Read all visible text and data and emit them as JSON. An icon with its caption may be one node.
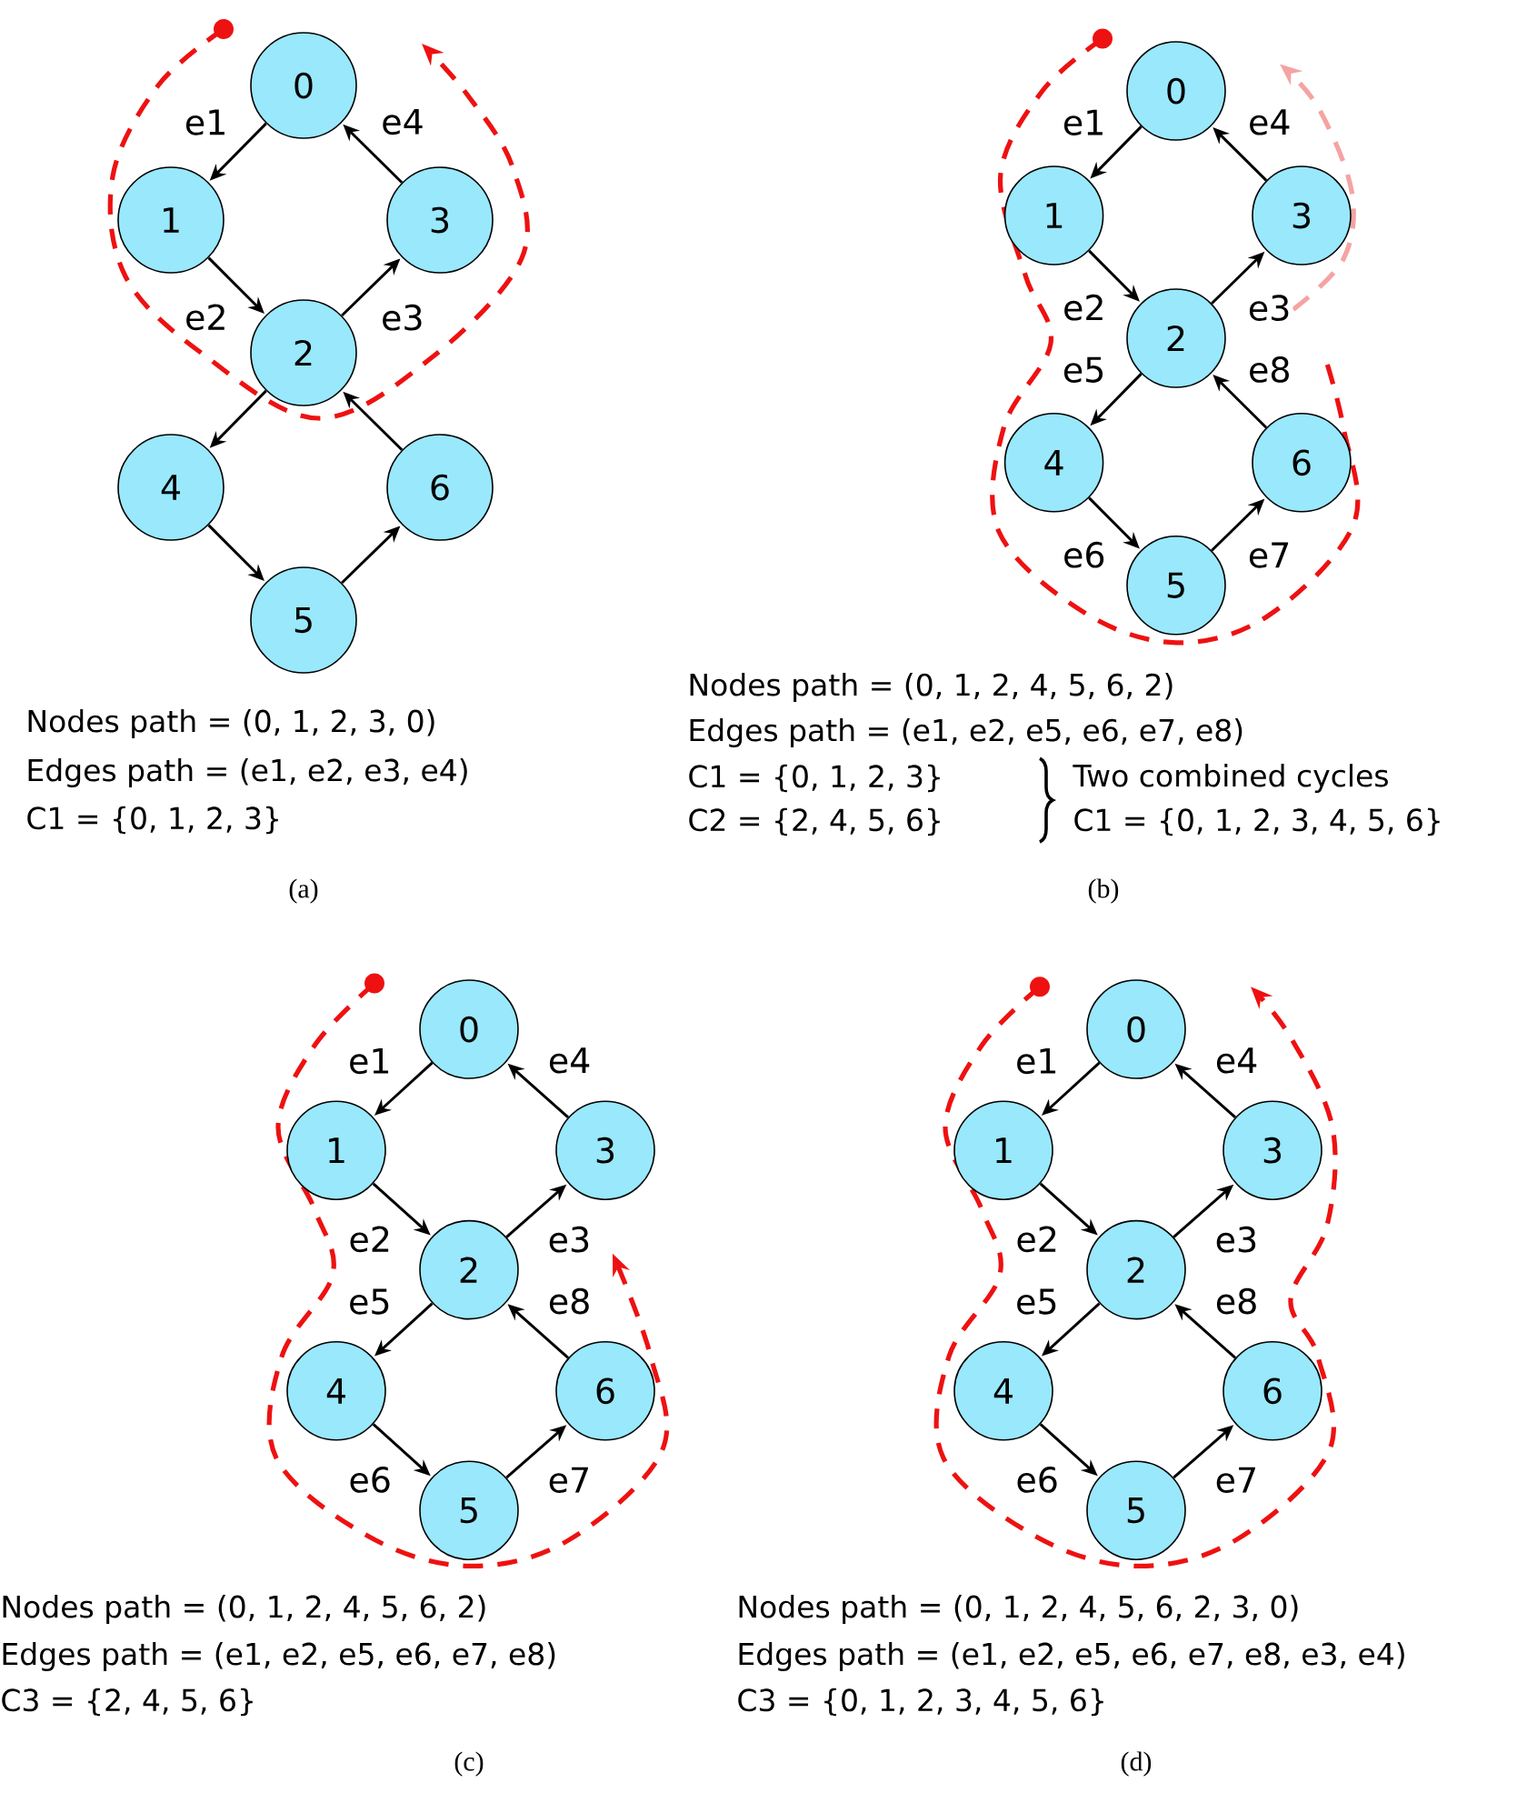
{
  "diagram": {
    "nodes": [
      {
        "text": [
          "0"
        ]
      },
      {
        "text": [
          "1"
        ]
      },
      {
        "text": [
          "2"
        ]
      },
      {
        "text": [
          "3"
        ]
      },
      {
        "text": [
          "4"
        ]
      },
      {
        "text": [
          "5"
        ]
      },
      {
        "text": [
          "6"
        ]
      },
      {
        "text": [
          "0"
        ]
      },
      {
        "text": [
          "1"
        ]
      },
      {
        "text": [
          "2"
        ]
      },
      {
        "text": [
          "3"
        ]
      },
      {
        "text": [
          "4"
        ]
      },
      {
        "text": [
          "5"
        ]
      },
      {
        "text": [
          "6"
        ]
      },
      {
        "text": [
          "0"
        ]
      },
      {
        "text": [
          "1"
        ]
      },
      {
        "text": [
          "2"
        ]
      },
      {
        "text": [
          "3"
        ]
      },
      {
        "text": [
          "4"
        ]
      },
      {
        "text": [
          "5"
        ]
      },
      {
        "text": [
          "6"
        ]
      },
      {
        "text": [
          "0"
        ]
      },
      {
        "text": [
          "1"
        ]
      },
      {
        "text": [
          "2"
        ]
      },
      {
        "text": [
          "3"
        ]
      },
      {
        "text": [
          "4"
        ]
      },
      {
        "text": [
          "5"
        ]
      },
      {
        "text": [
          "6"
        ]
      }
    ],
    "edges": [
      {
        "from": 0,
        "to": 1,
        "arrow": "to",
        "label": "e1"
      },
      {
        "from": 1,
        "to": 2,
        "arrow": "to",
        "label": "e2"
      },
      {
        "from": 2,
        "to": 3,
        "arrow": "to",
        "label": "e3"
      },
      {
        "from": 3,
        "to": 0,
        "arrow": "to",
        "label": "e4"
      },
      {
        "from": 2,
        "to": 4,
        "arrow": "to"
      },
      {
        "from": 4,
        "to": 5,
        "arrow": "to"
      },
      {
        "from": 5,
        "to": 6,
        "arrow": "to"
      },
      {
        "from": 6,
        "to": 2,
        "arrow": "to"
      },
      {
        "from": 7,
        "to": 8,
        "arrow": "to",
        "label": "e1"
      },
      {
        "from": 8,
        "to": 9,
        "arrow": "to",
        "label": "e2"
      },
      {
        "from": 9,
        "to": 10,
        "arrow": "to",
        "label": "e3"
      },
      {
        "from": 10,
        "to": 7,
        "arrow": "to",
        "label": "e4"
      },
      {
        "from": 9,
        "to": 11,
        "arrow": "to",
        "label": "e5"
      },
      {
        "from": 11,
        "to": 12,
        "arrow": "to",
        "label": "e6"
      },
      {
        "from": 12,
        "to": 13,
        "arrow": "to",
        "label": "e7"
      },
      {
        "from": 13,
        "to": 9,
        "arrow": "to",
        "label": "e8"
      },
      {
        "from": 14,
        "to": 15,
        "arrow": "to",
        "label": "e1"
      },
      {
        "from": 15,
        "to": 16,
        "arrow": "to",
        "label": "e2"
      },
      {
        "from": 16,
        "to": 17,
        "arrow": "to",
        "label": "e3"
      },
      {
        "from": 17,
        "to": 14,
        "arrow": "to",
        "label": "e4"
      },
      {
        "from": 16,
        "to": 18,
        "arrow": "to",
        "label": "e5"
      },
      {
        "from": 18,
        "to": 19,
        "arrow": "to",
        "label": "e6"
      },
      {
        "from": 19,
        "to": 20,
        "arrow": "to",
        "label": "e7"
      },
      {
        "from": 20,
        "to": 16,
        "arrow": "to",
        "label": "e8"
      },
      {
        "from": 21,
        "to": 22,
        "arrow": "to",
        "label": "e1"
      },
      {
        "from": 22,
        "to": 23,
        "arrow": "to",
        "label": "e2"
      },
      {
        "from": 23,
        "to": 24,
        "arrow": "to",
        "label": "e3"
      },
      {
        "from": 24,
        "to": 21,
        "arrow": "to",
        "label": "e4"
      },
      {
        "from": 23,
        "to": 25,
        "arrow": "to",
        "label": "e5"
      },
      {
        "from": 25,
        "to": 26,
        "arrow": "to",
        "label": "e6"
      },
      {
        "from": 26,
        "to": 27,
        "arrow": "to",
        "label": "e7"
      },
      {
        "from": 27,
        "to": 23,
        "arrow": "to",
        "label": "e8"
      }
    ],
    "labels": [
      "Nodes path = (0, 1, 2, 3, 0)",
      "Edges path = (e1, e2, e3, e4)",
      "C1 = {0, 1, 2, 3}",
      "Nodes path = (0, 1, 2, 4, 5, 6, 2)",
      "Edges path = (e1, e2, e5, e6, e7, e8)",
      "C1 = {0, 1, 2, 3}",
      "C2 = {2, 4, 5, 6}",
      "Two combined cycles",
      "C1 = {0, 1, 2, 3, 4, 5, 6}",
      "(a)",
      "(b)",
      "Nodes path = (0, 1, 2, 4, 5, 6, 2)",
      "Edges path = (e1, e2, e5, e6, e7, e8)",
      "C3 = {2, 4, 5, 6}",
      "Nodes path = (0, 1, 2, 4, 5, 6, 2, 3, 0)",
      "Edges path = (e1, e2, e5, e6, e7, e8, e3, e4)",
      "C3 = {0, 1, 2, 3, 4, 5, 6}",
      "(c)",
      "(d)"
    ]
  }
}
